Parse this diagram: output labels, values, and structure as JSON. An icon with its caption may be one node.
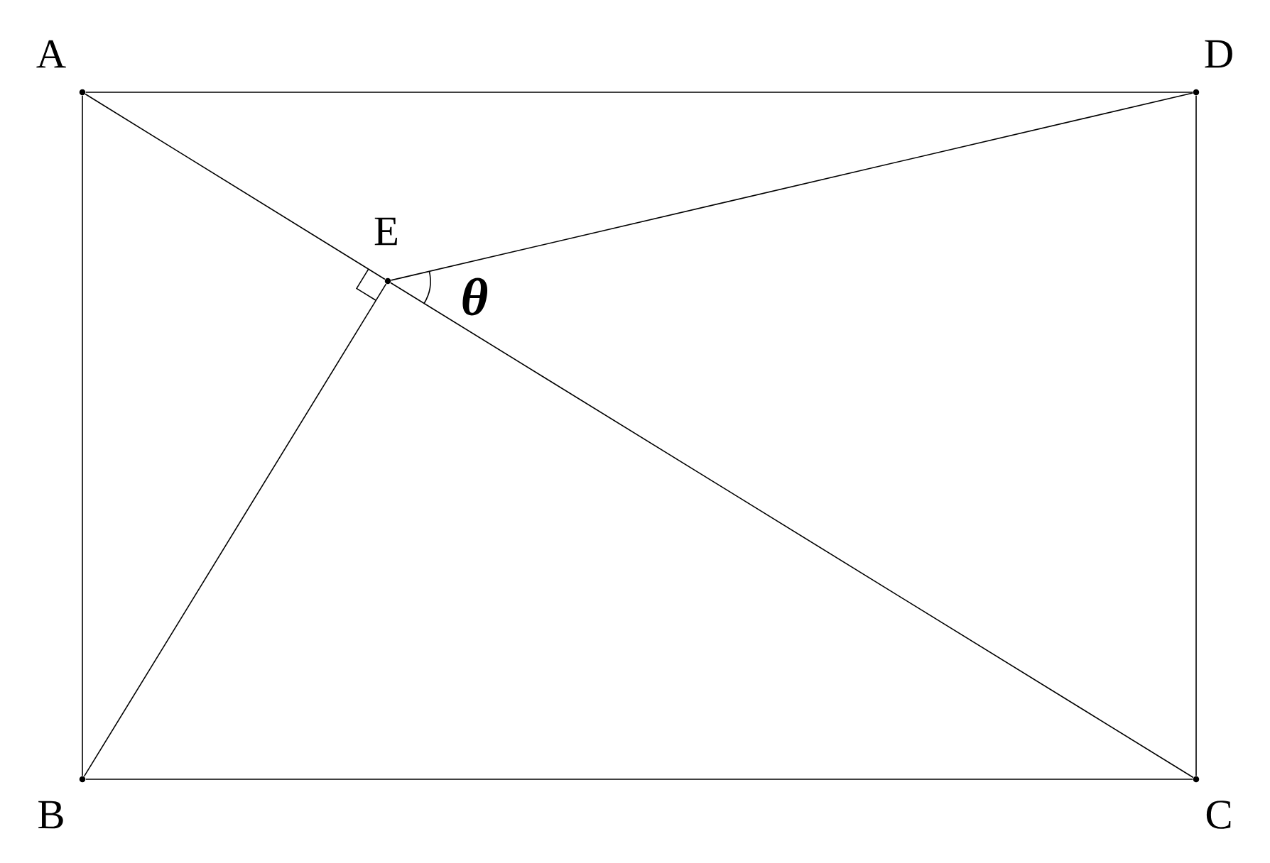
{
  "diagram": {
    "nodes": [
      {
        "text": [
          "A"
        ]
      },
      {
        "text": [
          "B"
        ]
      },
      {
        "text": [
          "C"
        ]
      },
      {
        "text": [
          "D"
        ]
      },
      {
        "text": [
          "E"
        ]
      }
    ],
    "edges": [
      {
        "from": 0,
        "to": 1,
        "arrow": "none"
      },
      {
        "from": 1,
        "to": 2,
        "arrow": "none"
      },
      {
        "from": 2,
        "to": 3,
        "arrow": "none"
      },
      {
        "from": 3,
        "to": 0,
        "arrow": "none"
      },
      {
        "from": 0,
        "to": 4,
        "arrow": "none"
      },
      {
        "from": 4,
        "to": 2,
        "arrow": "none"
      },
      {
        "from": 1,
        "to": 4,
        "arrow": "none"
      },
      {
        "from": 4,
        "to": 3,
        "arrow": "none"
      }
    ],
    "labels": [
      "θ"
    ]
  }
}
